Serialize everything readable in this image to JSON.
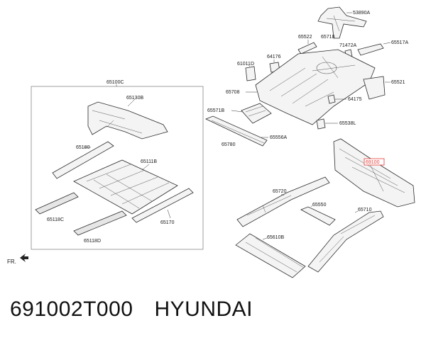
{
  "labels": {
    "l53890A": "53890A",
    "l65522": "65522",
    "l65718": "65718",
    "l65517A": "65517A",
    "l71472A": "71472A",
    "l64176": "64176",
    "l61011D": "61011D",
    "l65521": "65521",
    "l65708": "65708",
    "l64175": "64175",
    "l65571B": "65571B",
    "l65538L": "65538L",
    "l65556A": "65556A",
    "l65780": "65780",
    "l65100C": "65100C",
    "l65130B": "65130B",
    "l65180": "65180",
    "l65111B": "65111B",
    "l65118C": "65118C",
    "l65170": "65170",
    "l65118D": "65118D",
    "l69100": "69100",
    "l65720": "65720",
    "l65550": "65550",
    "l65710": "65710",
    "l65610B": "65610B",
    "fr": "FR."
  },
  "caption": {
    "part_number": "691002T000",
    "brand": "HYUNDAI"
  },
  "colors": {
    "highlight": "#e53935",
    "line": "#2b2b2b"
  }
}
